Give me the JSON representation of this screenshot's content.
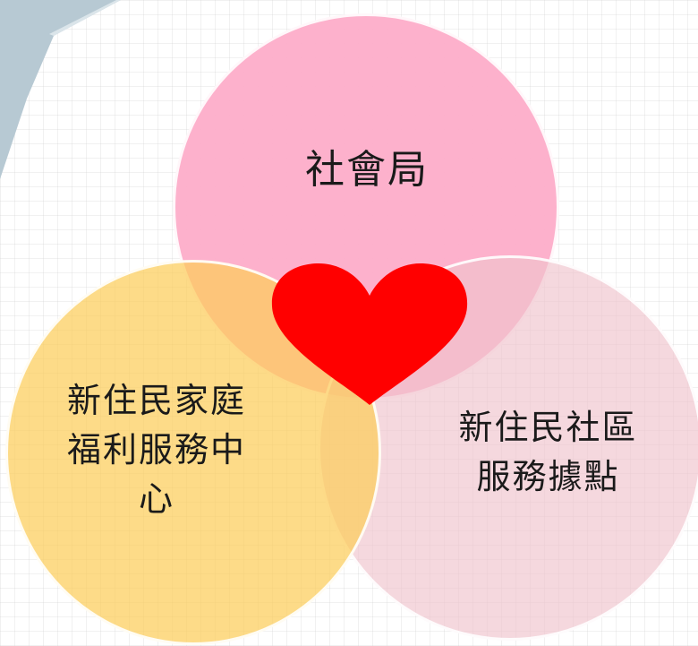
{
  "diagram": {
    "circles": [
      {
        "id": "top",
        "lines": [
          "社會局"
        ],
        "color": "#fdadc9"
      },
      {
        "id": "left",
        "lines": [
          "新住民家庭",
          "福利服務中",
          "心"
        ],
        "color": "#fccd5a"
      },
      {
        "id": "right",
        "lines": [
          "新住民社區",
          "服務據點"
        ],
        "color": "#f0c3cd"
      }
    ],
    "center_icon": {
      "name": "heart-icon",
      "color": "#ff0000"
    },
    "background_accent": "#b7c9d3"
  }
}
